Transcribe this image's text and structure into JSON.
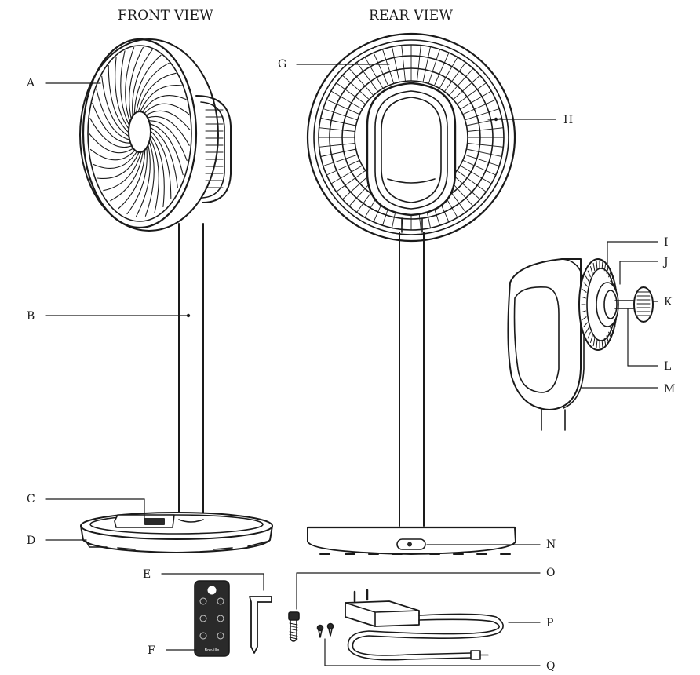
{
  "titles": {
    "front": "FRONT VIEW",
    "rear": "REAR VIEW"
  },
  "labels": {
    "A": "A",
    "B": "B",
    "C": "C",
    "D": "D",
    "E": "E",
    "F": "F",
    "G": "G",
    "H": "H",
    "I": "I",
    "J": "J",
    "K": "K",
    "L": "L",
    "M": "M",
    "N": "N",
    "O": "O",
    "P": "P",
    "Q": "Q"
  },
  "remote": {
    "brand": "Breville"
  },
  "colors": {
    "line": "#1a1a1a",
    "fill": "#ffffff",
    "shade": "#2a2a2a"
  }
}
